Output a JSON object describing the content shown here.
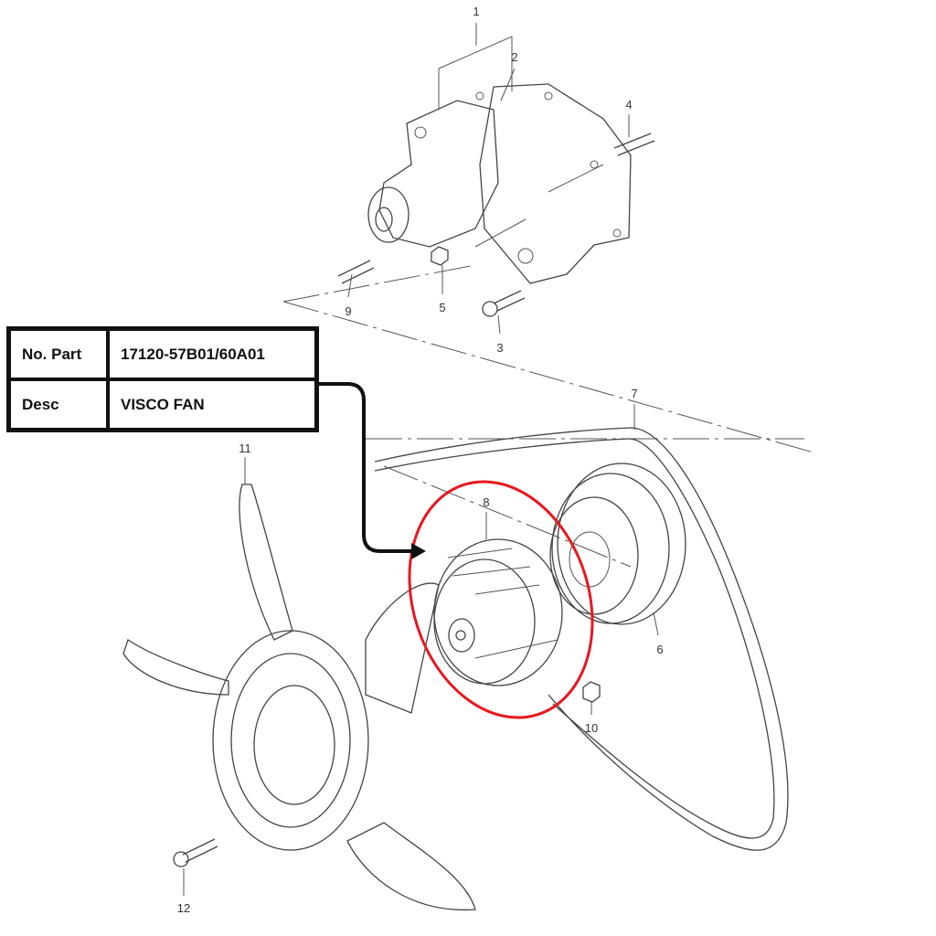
{
  "info_table": {
    "rows": [
      {
        "key": "No. Part",
        "value": "17120-57B01/60A01"
      },
      {
        "key": "Desc",
        "value": "VISCO FAN"
      }
    ]
  },
  "callouts": [
    "1",
    "2",
    "3",
    "4",
    "5",
    "6",
    "7",
    "8",
    "9",
    "10",
    "11",
    "12"
  ],
  "highlight_color": "#e8171f"
}
